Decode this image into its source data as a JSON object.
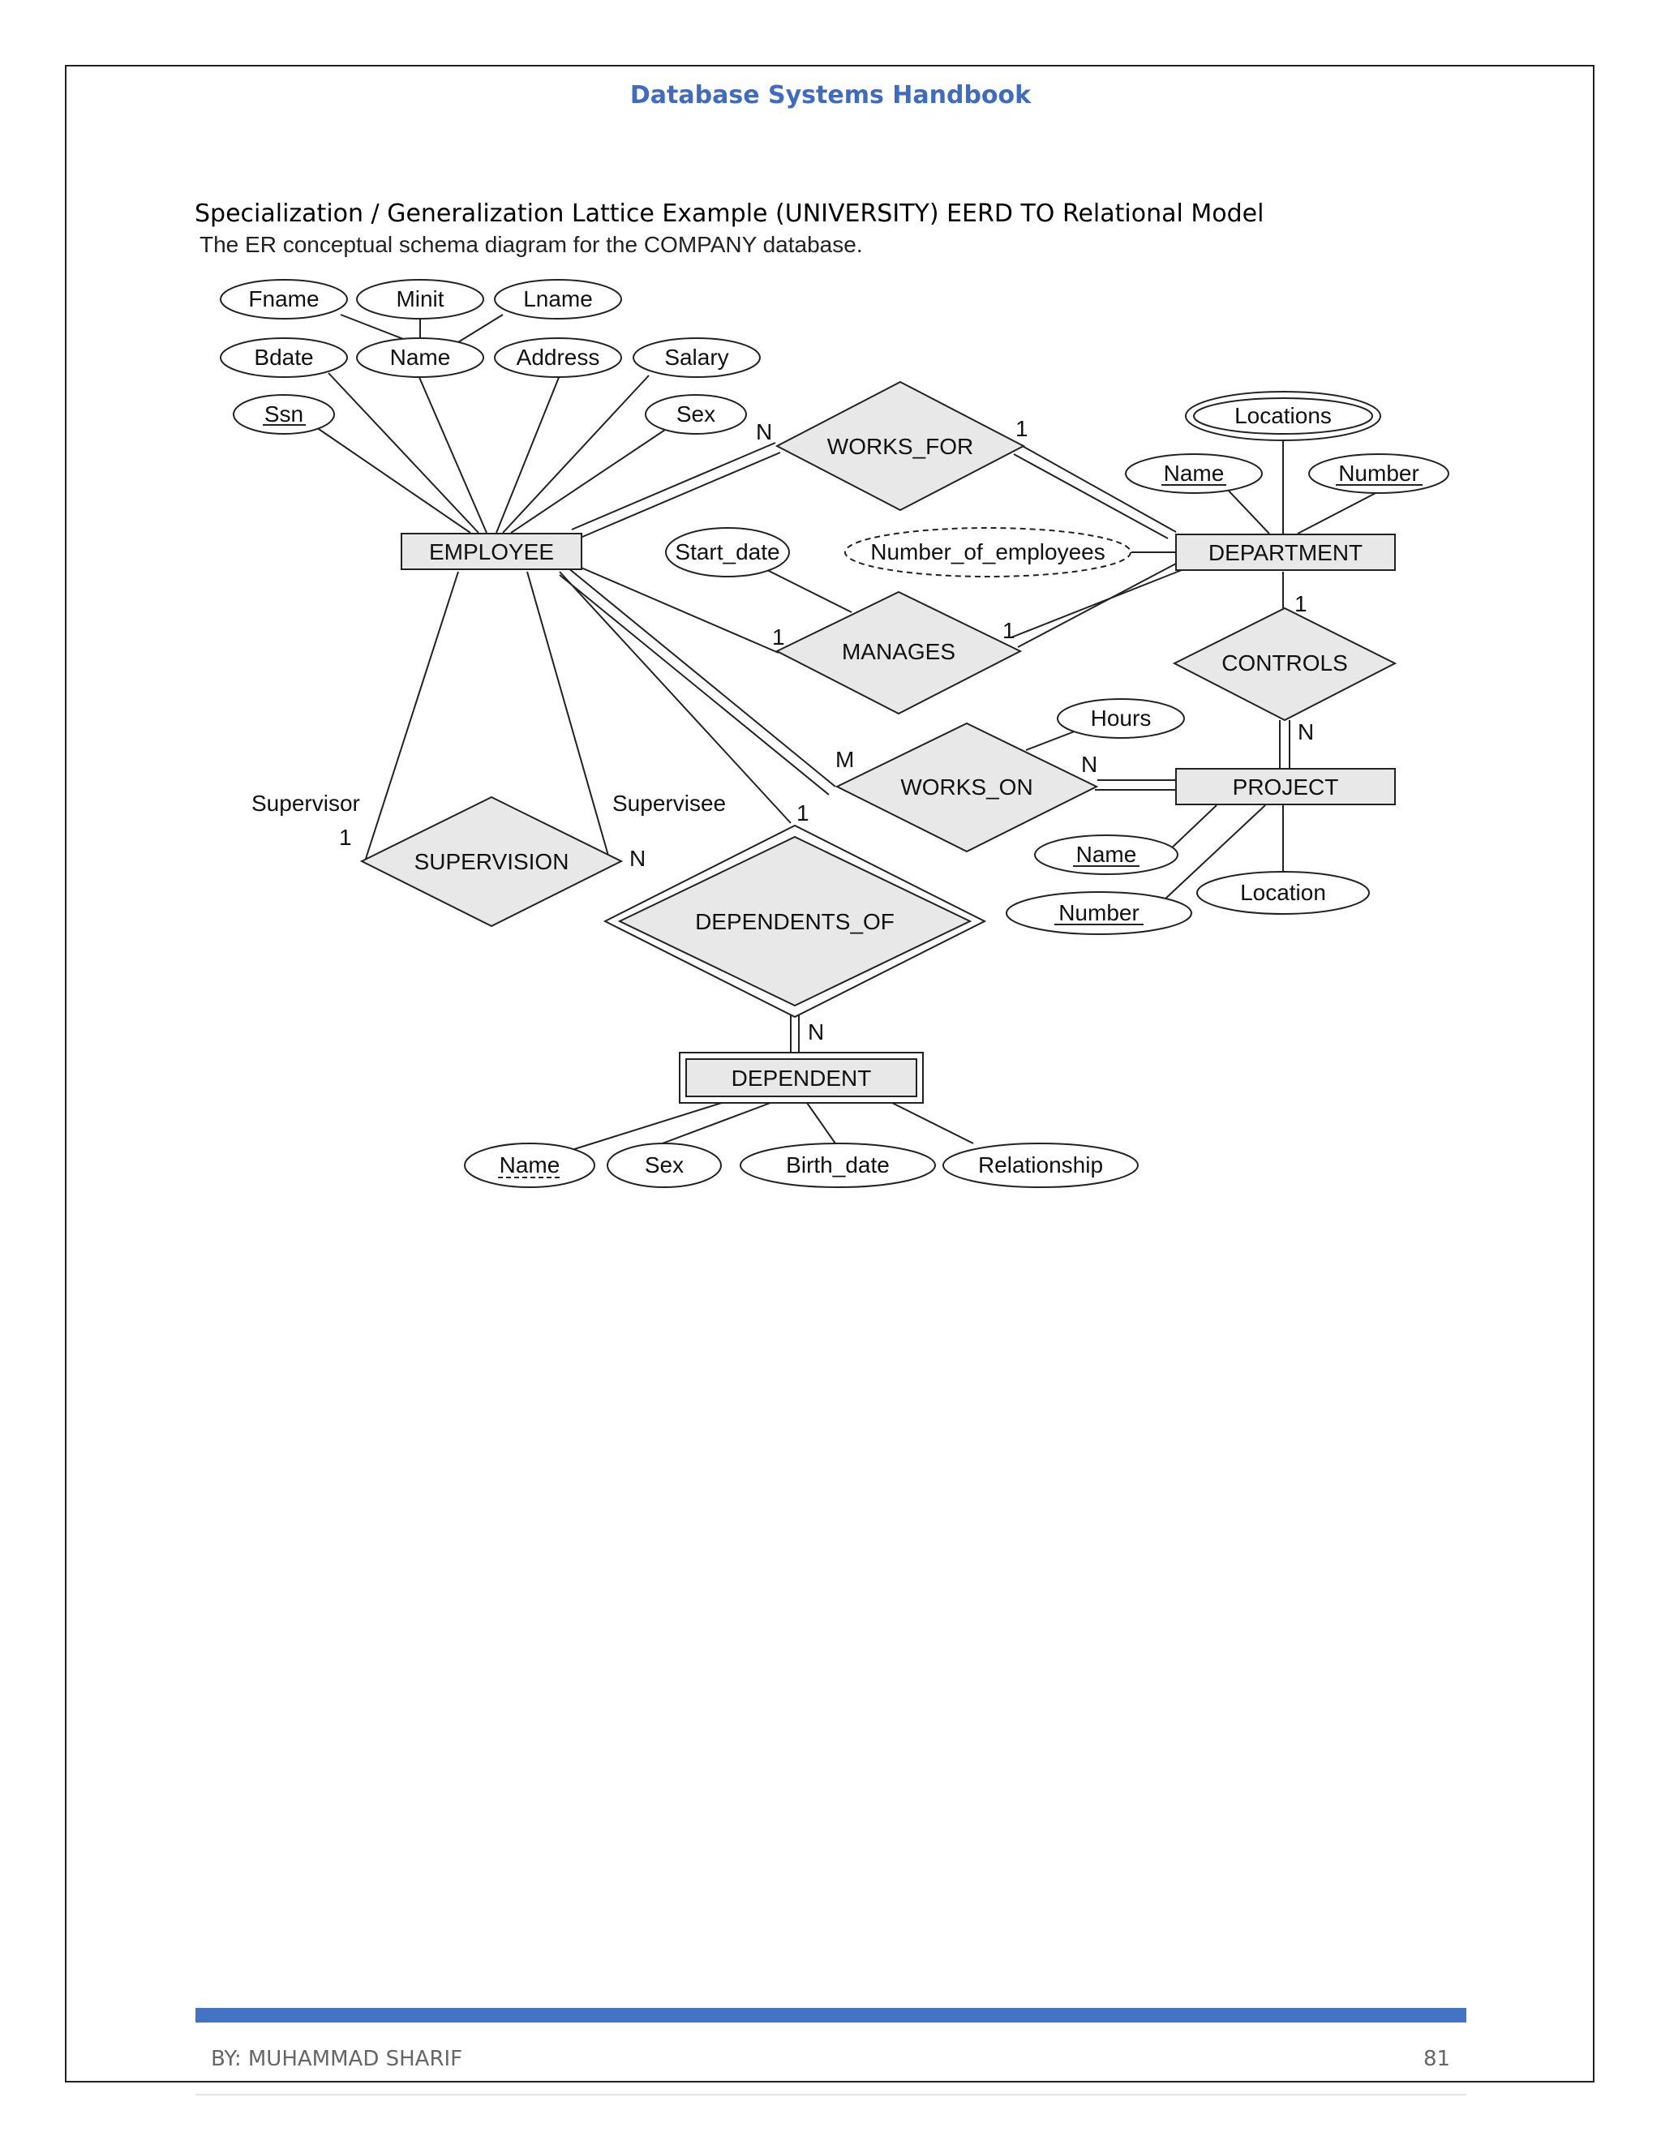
{
  "header": {
    "title": "Database Systems Handbook"
  },
  "caption": "Specialization / Generalization Lattice Example (UNIVERSITY) EERD TO Relational Model",
  "figure_caption": "The ER conceptual schema diagram for the COMPANY database.",
  "diagram": {
    "entities": {
      "employee": "EMPLOYEE",
      "department": "DEPARTMENT",
      "project": "PROJECT",
      "dependent": "DEPENDENT"
    },
    "relationships": {
      "works_for": "WORKS_FOR",
      "manages": "MANAGES",
      "works_on": "WORKS_ON",
      "controls": "CONTROLS",
      "supervision": "SUPERVISION",
      "dependents_of": "DEPENDENTS_OF"
    },
    "attributes": {
      "fname": "Fname",
      "minit": "Minit",
      "lname": "Lname",
      "bdate": "Bdate",
      "emp_name": "Name",
      "address": "Address",
      "salary": "Salary",
      "ssn": "Ssn",
      "emp_sex": "Sex",
      "locations": "Locations",
      "dept_name": "Name",
      "dept_number": "Number",
      "start_date": "Start_date",
      "number_of_employees": "Number_of_employees",
      "hours": "Hours",
      "proj_name": "Name",
      "proj_number": "Number",
      "proj_location": "Location",
      "dep_name": "Name",
      "dep_sex": "Sex",
      "birth_date": "Birth_date",
      "relationship": "Relationship"
    },
    "cardinalities": {
      "works_for_emp": "N",
      "works_for_dept": "1",
      "manages_emp": "1",
      "manages_dept": "1",
      "works_on_emp": "M",
      "works_on_proj": "N",
      "controls_dept": "1",
      "controls_proj": "N",
      "supervision_supervisor": "1",
      "supervision_supervisee": "N",
      "dependents_of_emp": "1",
      "dependents_of_dep": "N"
    },
    "roles": {
      "supervisor": "Supervisor",
      "supervisee": "Supervisee"
    }
  },
  "footer": {
    "author": "BY: MUHAMMAD SHARIF",
    "page_number": "81"
  },
  "colors": {
    "header": "#3f6cc0",
    "footer_bar": "#4472c4",
    "shape_fill": "#e8e8e8"
  }
}
